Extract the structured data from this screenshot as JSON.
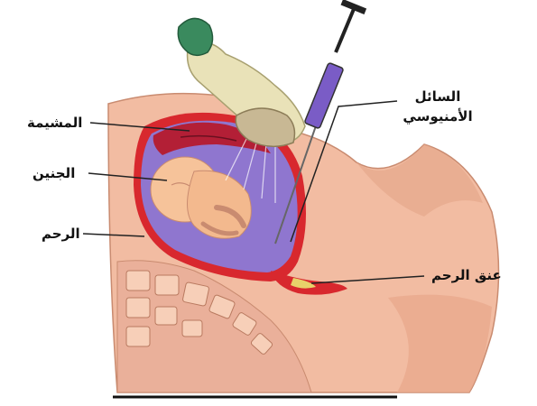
{
  "labels": {
    "placenta": "المشيمة",
    "fetus": "الجنين",
    "uterus": "الرحم",
    "cervix": "عنق الرحم",
    "amniotic_fluid_line1": "السائل",
    "amniotic_fluid_line2": "الأمنيوسي"
  },
  "colors": {
    "skin": "#f2bca2",
    "skin_shadow": "#d99479",
    "uterus_wall": "#d8282e",
    "amniotic_fluid": "#8f76cf",
    "fetus": "#f6c39a",
    "glove": "#e9e2b8",
    "cuff": "#3a8a5e",
    "probe": "#c8b894",
    "spine": "#e8a888",
    "syringe_fluid": "#7a5cc6"
  },
  "icons": {
    "hand": "gloved-hand-icon",
    "probe": "ultrasound-probe-icon",
    "syringe": "syringe-icon"
  }
}
